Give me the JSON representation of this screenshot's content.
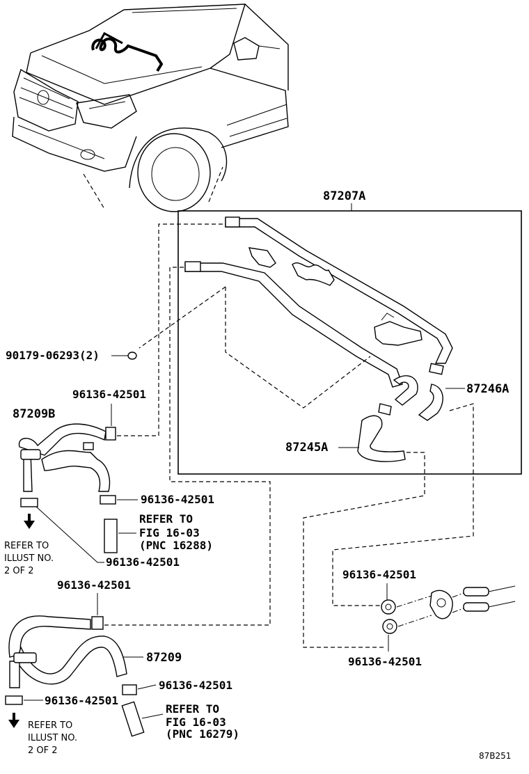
{
  "diagram": {
    "figure_code": "87B251",
    "labels": {
      "assembly_main": "87207A",
      "hose_upper_right": "87246A",
      "hose_lower_right": "87245A",
      "hose_assy_upper_left": "87209B",
      "hose_assy_lower_left": "87209",
      "grommet_part": "90179-06293",
      "grommet_qty": "(2)",
      "clamp_a": "96136-42501",
      "clamp_b": "96136-42501",
      "clamp_c": "96136-42501",
      "clamp_d": "96136-42501",
      "clamp_e": "96136-42501",
      "clamp_f": "96136-42501",
      "clamp_g": "96136-42501",
      "clamp_h": "96136-42501"
    },
    "refer_fig_upper": {
      "line1": "REFER TO",
      "line2": "FIG 16-03",
      "line3": "(PNC 16288)"
    },
    "refer_fig_lower": {
      "line1": "REFER TO",
      "line2": "FIG 16-03",
      "line3": "(PNC 16279)"
    },
    "refer_illust_upper": {
      "line1": "REFER TO",
      "line2": "ILLUST NO.",
      "line3": "2 OF 2"
    },
    "refer_illust_lower": {
      "line1": "REFER TO",
      "line2": "ILLUST NO.",
      "line3": "2 OF 2"
    }
  }
}
